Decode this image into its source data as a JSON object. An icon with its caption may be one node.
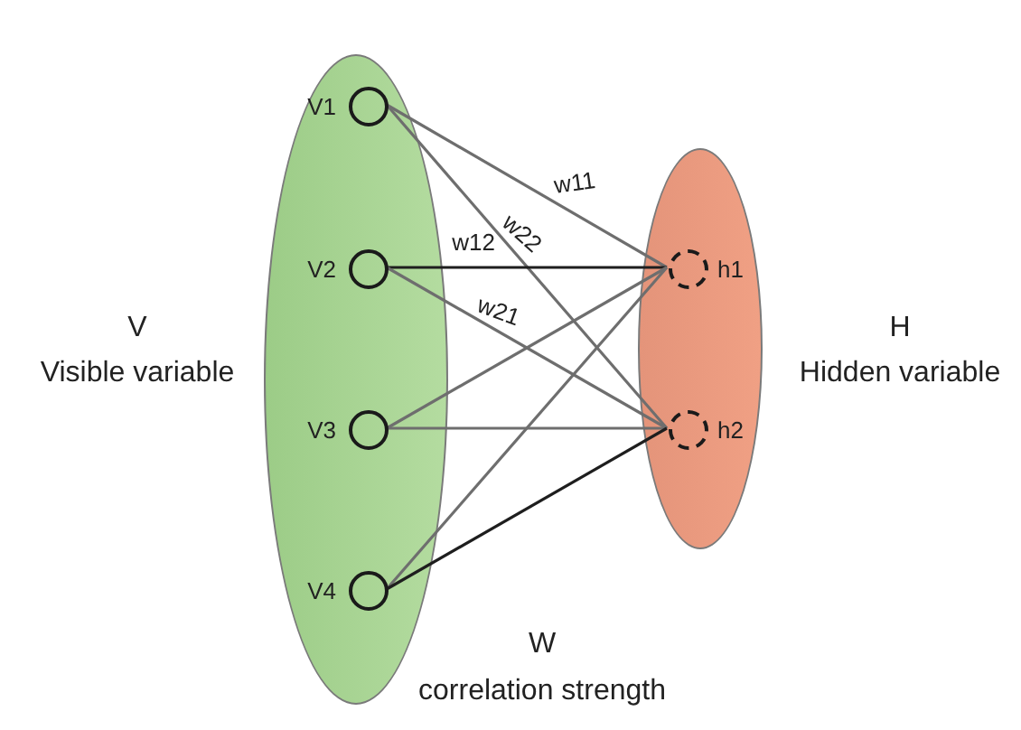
{
  "diagram": {
    "nodes": [
      {
        "text": [
          "V",
          "Visible variable"
        ]
      },
      {
        "text": [],
        "shape": "circle",
        "beside": [
          "V1"
        ],
        "in": 0
      },
      {
        "text": [],
        "shape": "circle",
        "beside": [
          "V2"
        ],
        "in": 0
      },
      {
        "text": [],
        "shape": "circle",
        "beside": [
          "V3"
        ],
        "in": 0
      },
      {
        "text": [],
        "shape": "circle",
        "beside": [
          "V4"
        ],
        "in": 0
      },
      {
        "text": [
          "H",
          "Hidden variable"
        ]
      },
      {
        "text": [],
        "shape": "circle",
        "beside": [
          "h1"
        ],
        "in": 5
      },
      {
        "text": [],
        "shape": "circle",
        "beside": [
          "h2"
        ],
        "in": 5
      }
    ],
    "edges": [
      {
        "from": 1,
        "to": 6,
        "arrow": "none",
        "label": "w11"
      },
      {
        "from": 1,
        "to": 7,
        "arrow": "none",
        "label": "w22"
      },
      {
        "from": 2,
        "to": 6,
        "arrow": "none",
        "label": "w12",
        "color": "#1e1e1e"
      },
      {
        "from": 2,
        "to": 7,
        "arrow": "none",
        "label": "w21"
      },
      {
        "from": 3,
        "to": 6,
        "arrow": "none"
      },
      {
        "from": 3,
        "to": 7,
        "arrow": "none"
      },
      {
        "from": 4,
        "to": 6,
        "arrow": "none"
      },
      {
        "from": 4,
        "to": 7,
        "arrow": "none",
        "color": "#1e1e1e"
      }
    ],
    "labels": [
      "W",
      "correlation strength"
    ]
  }
}
